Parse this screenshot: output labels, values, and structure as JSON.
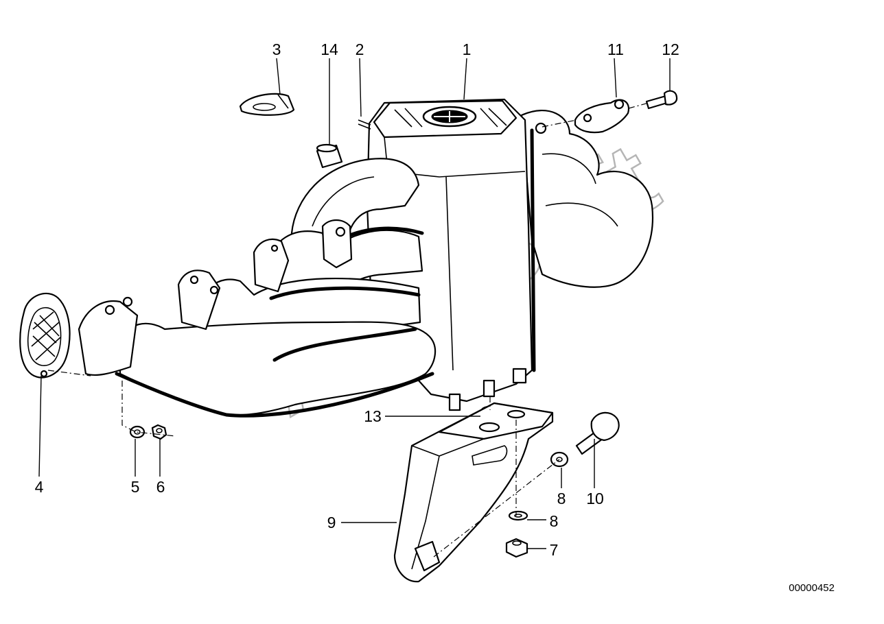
{
  "diagram": {
    "callouts": [
      {
        "id": "c1",
        "label": "1"
      },
      {
        "id": "c2",
        "label": "2"
      },
      {
        "id": "c3",
        "label": "3"
      },
      {
        "id": "c4",
        "label": "4"
      },
      {
        "id": "c5",
        "label": "5"
      },
      {
        "id": "c6",
        "label": "6"
      },
      {
        "id": "c7",
        "label": "7"
      },
      {
        "id": "c8a",
        "label": "8"
      },
      {
        "id": "c8b",
        "label": "8"
      },
      {
        "id": "c9",
        "label": "9"
      },
      {
        "id": "c10",
        "label": "10"
      },
      {
        "id": "c11",
        "label": "11"
      },
      {
        "id": "c12",
        "label": "12"
      },
      {
        "id": "c13",
        "label": "13"
      },
      {
        "id": "c14",
        "label": "14"
      }
    ],
    "reference_number": "00000452",
    "watermark": "AutoSoft"
  }
}
